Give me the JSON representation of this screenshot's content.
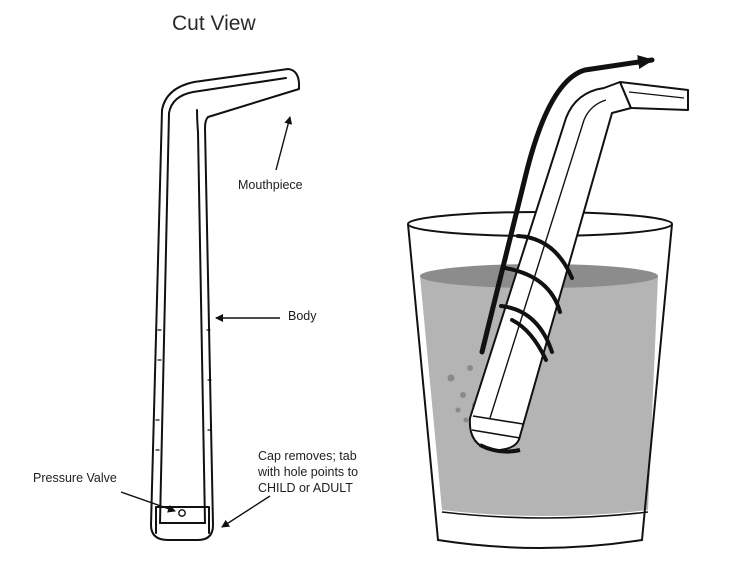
{
  "title": "Cut View",
  "labels": {
    "mouthpiece": "Mouthpiece",
    "body": "Body",
    "pressure_valve": "Pressure Valve",
    "cap": [
      "Cap removes; tab",
      "with hole points to",
      "CHILD or ADULT"
    ]
  },
  "colors": {
    "outline": "#111111",
    "liquid": "#b4b4b4",
    "liquid_top": "#8c8c8c",
    "bubbles": "#8a8a8a"
  },
  "icons": [
    "arrow-icon",
    "arrow-icon",
    "arrow-icon",
    "arrow-icon",
    "flow-arrow-icon"
  ]
}
